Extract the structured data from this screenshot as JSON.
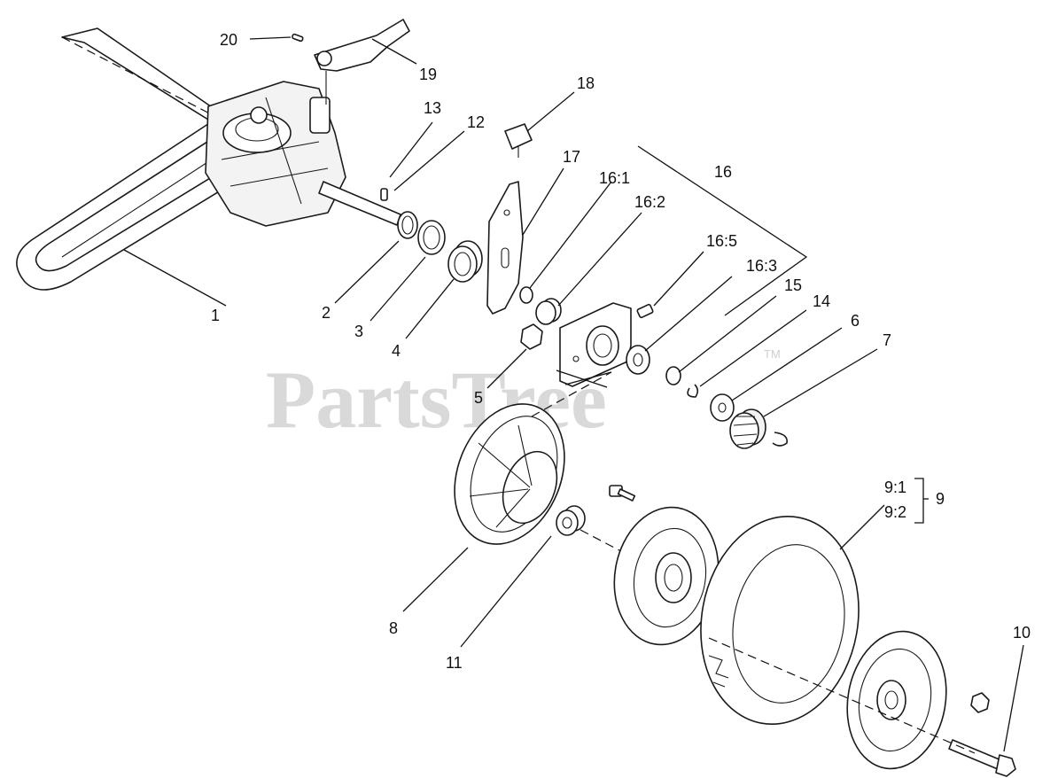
{
  "watermark": {
    "text": "PartsTree",
    "trademark": "TM"
  },
  "callouts": [
    {
      "id": "callout-20",
      "text": "20"
    },
    {
      "id": "callout-19",
      "text": "19"
    },
    {
      "id": "callout-18",
      "text": "18"
    },
    {
      "id": "callout-13",
      "text": "13"
    },
    {
      "id": "callout-12",
      "text": "12"
    },
    {
      "id": "callout-17",
      "text": "17"
    },
    {
      "id": "callout-16",
      "text": "16"
    },
    {
      "id": "callout-16-1",
      "text": "16:1"
    },
    {
      "id": "callout-16-2",
      "text": "16:2"
    },
    {
      "id": "callout-16-5",
      "text": "16:5"
    },
    {
      "id": "callout-16-3",
      "text": "16:3"
    },
    {
      "id": "callout-15",
      "text": "15"
    },
    {
      "id": "callout-14",
      "text": "14"
    },
    {
      "id": "callout-6",
      "text": "6"
    },
    {
      "id": "callout-7",
      "text": "7"
    },
    {
      "id": "callout-1",
      "text": "1"
    },
    {
      "id": "callout-2",
      "text": "2"
    },
    {
      "id": "callout-3",
      "text": "3"
    },
    {
      "id": "callout-4",
      "text": "4"
    },
    {
      "id": "callout-5",
      "text": "5"
    },
    {
      "id": "callout-9-1",
      "text": "9:1"
    },
    {
      "id": "callout-9-2",
      "text": "9:2"
    },
    {
      "id": "callout-9",
      "text": "9"
    },
    {
      "id": "callout-8",
      "text": "8"
    },
    {
      "id": "callout-11",
      "text": "11"
    },
    {
      "id": "callout-10",
      "text": "10"
    }
  ]
}
